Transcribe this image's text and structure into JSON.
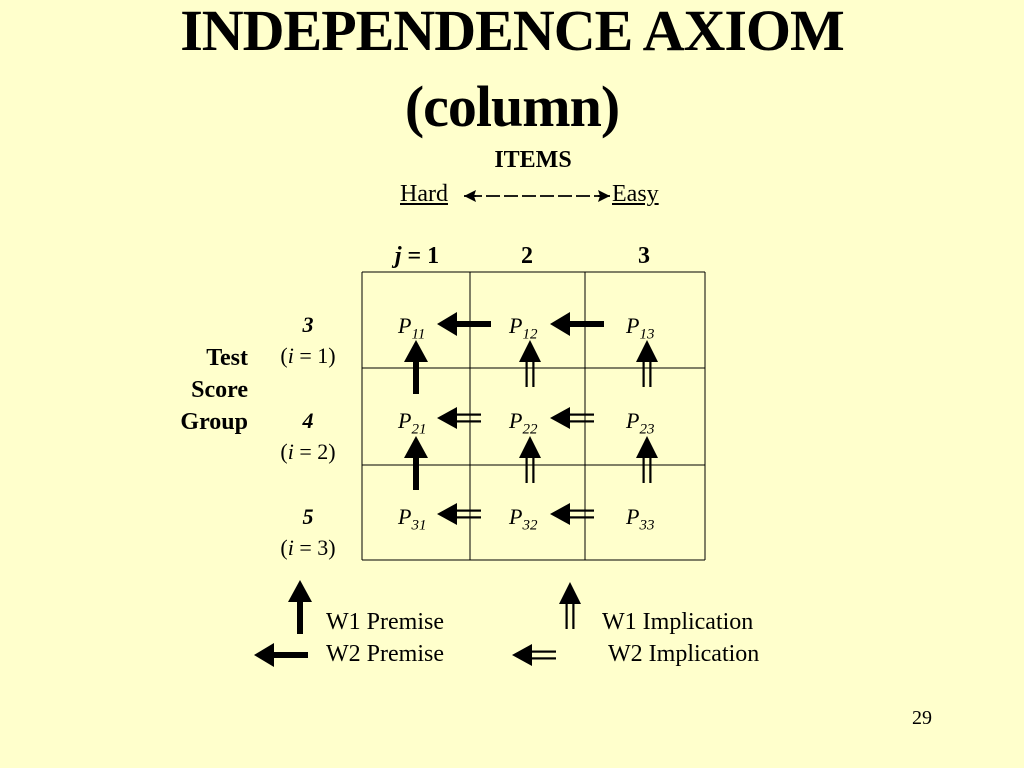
{
  "title_line1": "INDEPENDENCE AXIOM",
  "title_line2": "(column)",
  "items_label": "ITEMS",
  "axis": {
    "hard": "Hard",
    "easy": "Easy"
  },
  "columns": {
    "j_var": "j",
    "first": "= 1",
    "second": "2",
    "third": "3"
  },
  "row_group_label": [
    "Test",
    "Score",
    "Group"
  ],
  "rows": [
    {
      "score": "3",
      "i_label": [
        "(",
        "i",
        " = 1)"
      ]
    },
    {
      "score": "4",
      "i_label": [
        "(",
        "i",
        " = 2)"
      ]
    },
    {
      "score": "5",
      "i_label": [
        "(",
        "i",
        " = 3)"
      ]
    }
  ],
  "cells": [
    [
      "11",
      "12",
      "13"
    ],
    [
      "21",
      "22",
      "23"
    ],
    [
      "31",
      "32",
      "33"
    ]
  ],
  "cell_symbol": "P",
  "legend": {
    "w1_premise": "W1 Premise",
    "w2_premise": "W2 Premise",
    "w1_implication": "W1 Implication",
    "w2_implication": "W2 Implication"
  },
  "page_number": "29"
}
